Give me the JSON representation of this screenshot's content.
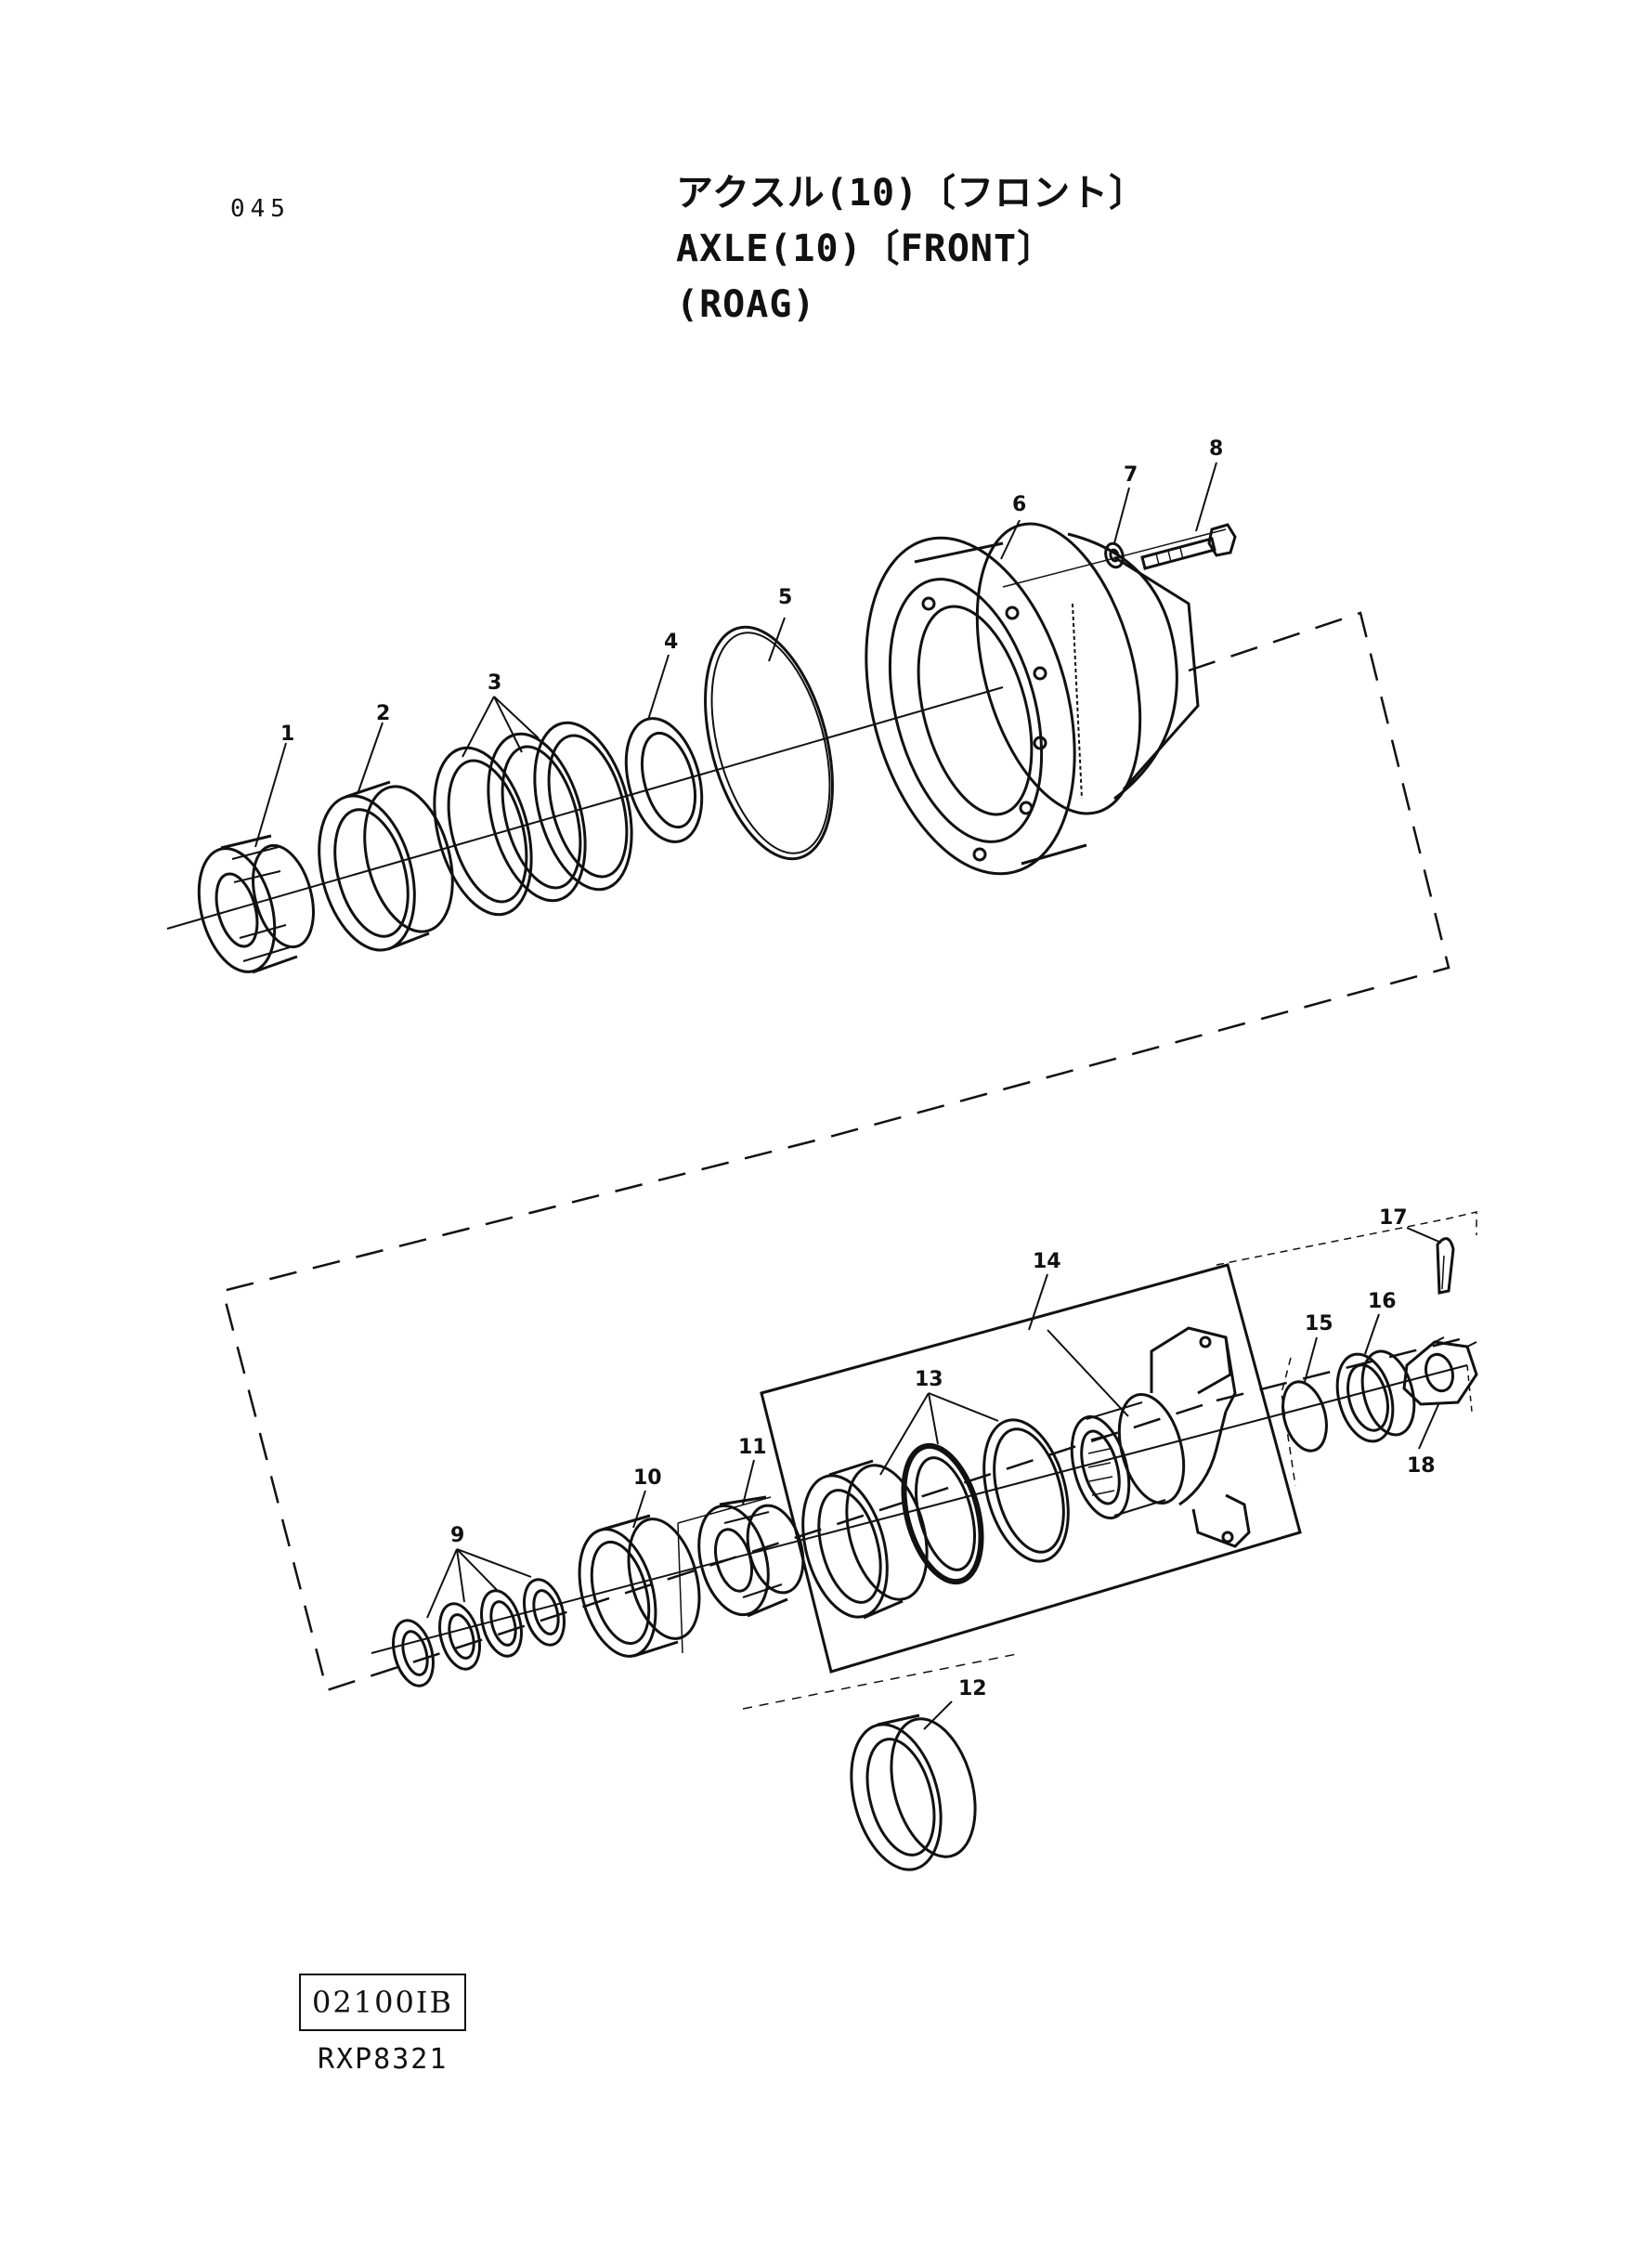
{
  "page": {
    "number": "045"
  },
  "title": {
    "japanese": "アクスル(10)〔フロント〕",
    "english": "AXLE(10)〔FRONT〕",
    "model": "(ROAG)"
  },
  "footer": {
    "code": "02100IB",
    "drawing_number": "RXP8321"
  },
  "callouts": [
    "1",
    "2",
    "3",
    "4",
    "5",
    "6",
    "7",
    "8",
    "9",
    "10",
    "11",
    "12",
    "13",
    "14",
    "15",
    "16",
    "17",
    "18"
  ],
  "parts": [
    {
      "callout": "1",
      "icon": "tapered-roller-bearing-icon"
    },
    {
      "callout": "2",
      "icon": "bearing-cup-icon"
    },
    {
      "callout": "3",
      "icon": "shim-ring-icon"
    },
    {
      "callout": "4",
      "icon": "spacer-ring-icon"
    },
    {
      "callout": "5",
      "icon": "o-ring-icon"
    },
    {
      "callout": "6",
      "icon": "hub-carrier-icon"
    },
    {
      "callout": "7",
      "icon": "washer-icon"
    },
    {
      "callout": "8",
      "icon": "bolt-icon"
    },
    {
      "callout": "9",
      "icon": "shim-washer-icon"
    },
    {
      "callout": "10",
      "icon": "bearing-cup-icon"
    },
    {
      "callout": "11",
      "icon": "tapered-roller-bearing-icon"
    },
    {
      "callout": "12",
      "icon": "seal-ring-icon"
    },
    {
      "callout": "13",
      "icon": "seal-set-icon"
    },
    {
      "callout": "14",
      "icon": "yoke-flange-icon"
    },
    {
      "callout": "15",
      "icon": "o-ring-icon"
    },
    {
      "callout": "16",
      "icon": "washer-icon"
    },
    {
      "callout": "17",
      "icon": "cotter-pin-icon"
    },
    {
      "callout": "18",
      "icon": "castle-nut-icon"
    }
  ]
}
